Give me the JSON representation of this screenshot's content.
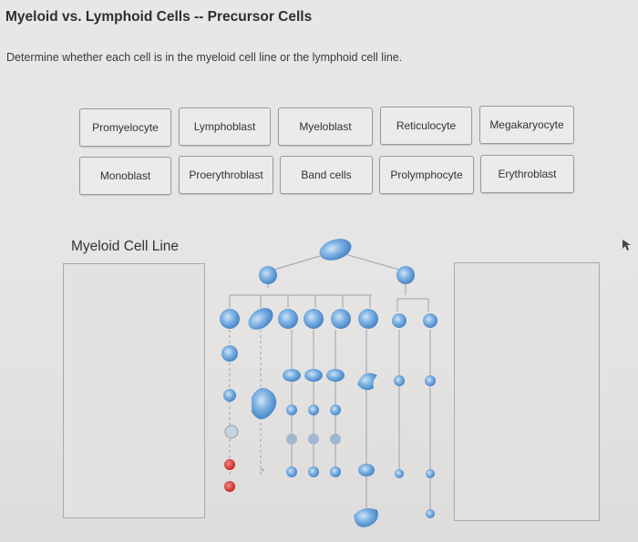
{
  "page": {
    "title": "Myeloid vs. Lymphoid Cells -- Precursor Cells",
    "instructions": "Determine whether each cell is in the myeloid cell line or the lymphoid cell line."
  },
  "chips": [
    {
      "label": "Promyelocyte"
    },
    {
      "label": "Lymphoblast"
    },
    {
      "label": "Myeloblast"
    },
    {
      "label": "Reticulocyte"
    },
    {
      "label": "Megakaryocyte"
    },
    {
      "label": "Monoblast"
    },
    {
      "label": "Proerythroblast"
    },
    {
      "label": "Band cells"
    },
    {
      "label": "Prolymphocyte"
    },
    {
      "label": "Erythroblast"
    }
  ],
  "zones": {
    "myeloid_title": "Myeloid Cell Line"
  },
  "icons": {
    "diagram": "hematopoiesis-diagram",
    "cursor": "mouse-pointer-icon"
  },
  "colors": {
    "cell_blue": "#4a8fd0",
    "cell_light": "#a9cdef",
    "rbc_red": "#d9342e"
  }
}
